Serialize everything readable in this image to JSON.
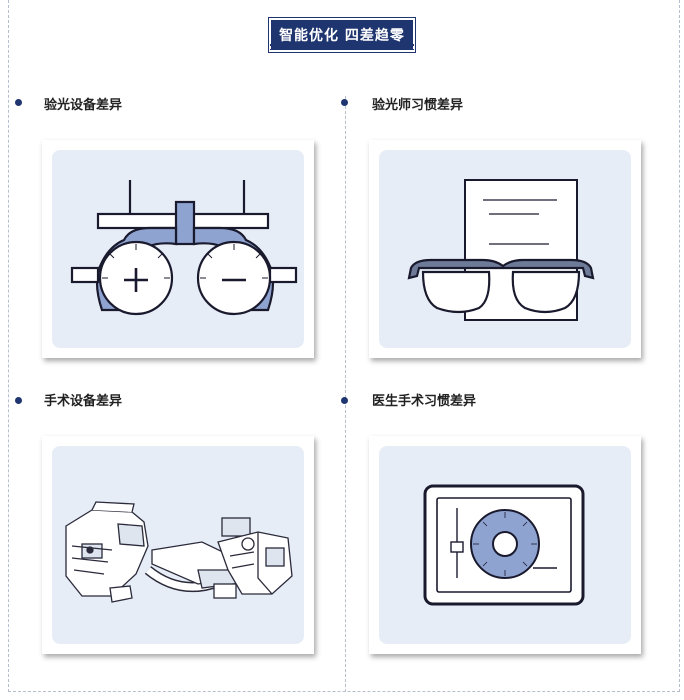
{
  "header": {
    "title": "智能优化 四差趋零"
  },
  "sections": [
    {
      "title": "验光设备差异"
    },
    {
      "title": "验光师习惯差异"
    },
    {
      "title": "手术设备差异"
    },
    {
      "title": "医生手术习惯差异"
    }
  ],
  "icons": {
    "phoropter": "phoropter-icon",
    "glasses": "glasses-on-document-icon",
    "laser": "laser-surgery-equipment-icon",
    "eye_monitor": "eye-on-monitor-icon"
  },
  "colors": {
    "accent": "#1f3570",
    "lens_fill": "#8ea3d0",
    "card_bg": "#e7edf6",
    "line": "#1a1a2e"
  }
}
